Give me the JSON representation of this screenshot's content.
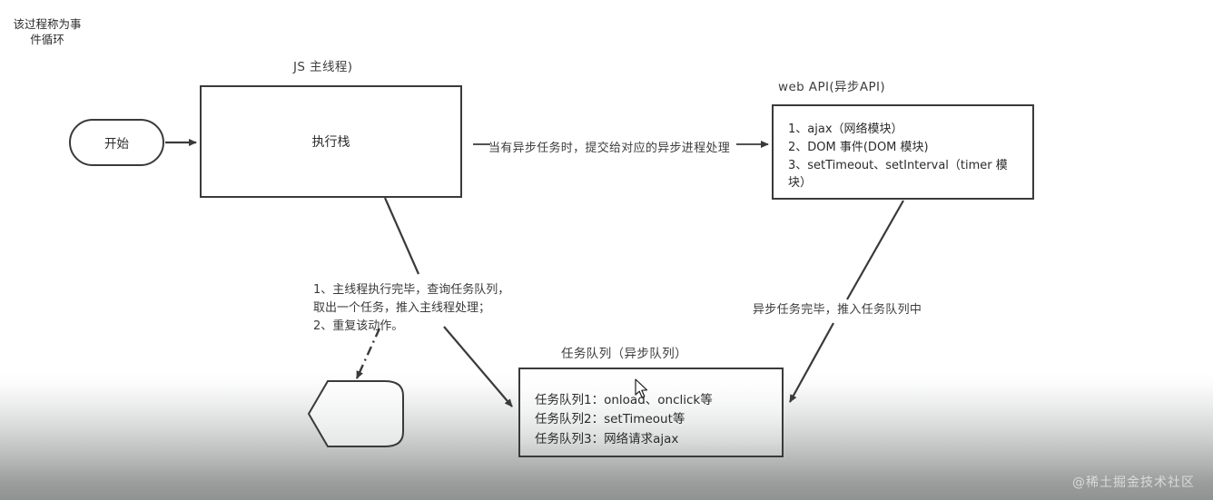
{
  "diagram": {
    "title": "JS 事件循环 (Event Loop) 流程图",
    "captions": {
      "js_main_thread": "JS 主线程)",
      "web_api": "web API(异步API)",
      "task_queue": "任务队列（异步队列）"
    },
    "nodes": {
      "start": {
        "label": "开始",
        "shape": "pill"
      },
      "exec_stack": {
        "label": "执行栈",
        "shape": "rectangle"
      },
      "web_api": {
        "shape": "rectangle",
        "lines": [
          "1、ajax（网络模块）",
          "2、DOM 事件(DOM 模块)",
          "3、setTimeout、setInterval（timer 模块）"
        ]
      },
      "task_queue": {
        "shape": "rectangle",
        "lines": [
          "任务队列1：onload、onclick等",
          "任务队列2：setTimeout等",
          "任务队列3：网络请求ajax"
        ]
      },
      "event_loop": {
        "shape": "hexagon",
        "line1": "该过程称为事",
        "line2": "件循环"
      }
    },
    "notes": {
      "loop_note_line1": "1、主线程执行完毕，查询任务队列，",
      "loop_note_line2": "取出一个任务，推入主线程处理；",
      "loop_note_line3": "2、重复该动作。"
    },
    "edge_labels": {
      "to_web_api": "当有异步任务时，提交给对应的异步进程处理",
      "to_task_queue": "异步任务完毕，推入任务队列中"
    },
    "watermark": "@稀土掘金技术社区",
    "colors": {
      "stroke": "#3a3a3a",
      "text": "#2b2b2b",
      "background_top": "#ffffff",
      "background_bottom": "#8f9392"
    }
  }
}
